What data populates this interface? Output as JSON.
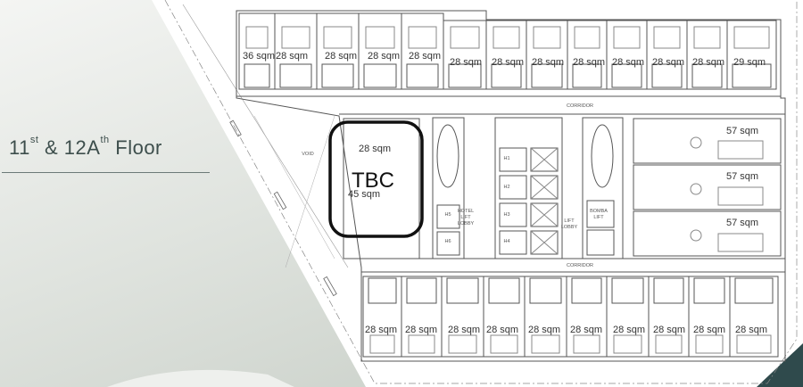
{
  "title": {
    "prefix1": "11",
    "sup1": "st",
    "mid": " & 12A",
    "sup2": "th",
    "suffix": " Floor"
  },
  "plan": {
    "top_row_areas": [
      "36 sqm",
      "28 sqm",
      "28 sqm",
      "28 sqm",
      "28 sqm",
      "28 sqm",
      "28 sqm",
      "28 sqm",
      "28 sqm",
      "28 sqm",
      "28 sqm",
      "28 sqm",
      "29 sqm"
    ],
    "bottom_row_areas": [
      "28 sqm",
      "28 sqm",
      "28 sqm",
      "28 sqm",
      "28 sqm",
      "28 sqm",
      "28 sqm",
      "28 sqm",
      "28 sqm",
      "28 sqm"
    ],
    "suites": [
      "57 sqm",
      "57 sqm",
      "57 sqm"
    ],
    "west_unit_top": "28 sqm",
    "west_unit_bottom": "45 sqm",
    "highlight_label": "TBC",
    "corridor_top": "CORRIDOR",
    "corridor_bottom": "CORRIDOR",
    "void": "VOID",
    "hotel_lift_lobby": [
      "HOTEL",
      "LIFT",
      "LOBBY"
    ],
    "lift_lobby": [
      "LIFT",
      "LOBBY"
    ],
    "lifts": [
      "H1",
      "H2",
      "H3",
      "H4",
      "H5",
      "H6"
    ],
    "bomba_lift": [
      "BOMBA",
      "LIFT"
    ]
  },
  "colors": {
    "accent": "#2f4a4c",
    "line": "#555555",
    "highlight": "#111111"
  }
}
